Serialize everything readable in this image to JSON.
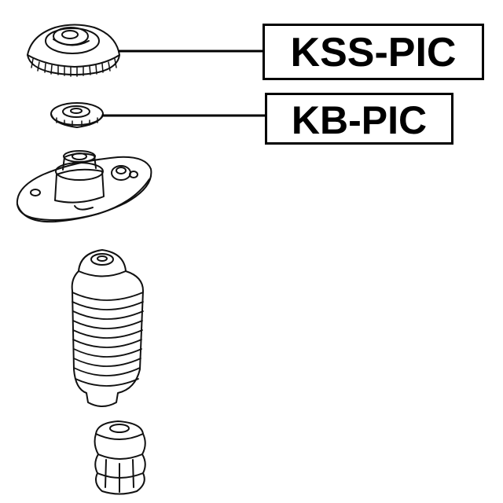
{
  "labels": {
    "kss": "KSS-PIC",
    "kb": "KB-PIC"
  },
  "colors": {
    "line": "#000000",
    "background": "#ffffff"
  },
  "parts": [
    {
      "name": "strut-mount-seat",
      "icon": "mount-seat-icon",
      "label_key": "kss"
    },
    {
      "name": "bearing",
      "icon": "bearing-icon",
      "label_key": "kb"
    },
    {
      "name": "strut-mount-plate",
      "icon": "mount-plate-icon"
    },
    {
      "name": "dust-boot",
      "icon": "dust-boot-icon"
    },
    {
      "name": "bump-stop",
      "icon": "bump-stop-icon"
    }
  ]
}
